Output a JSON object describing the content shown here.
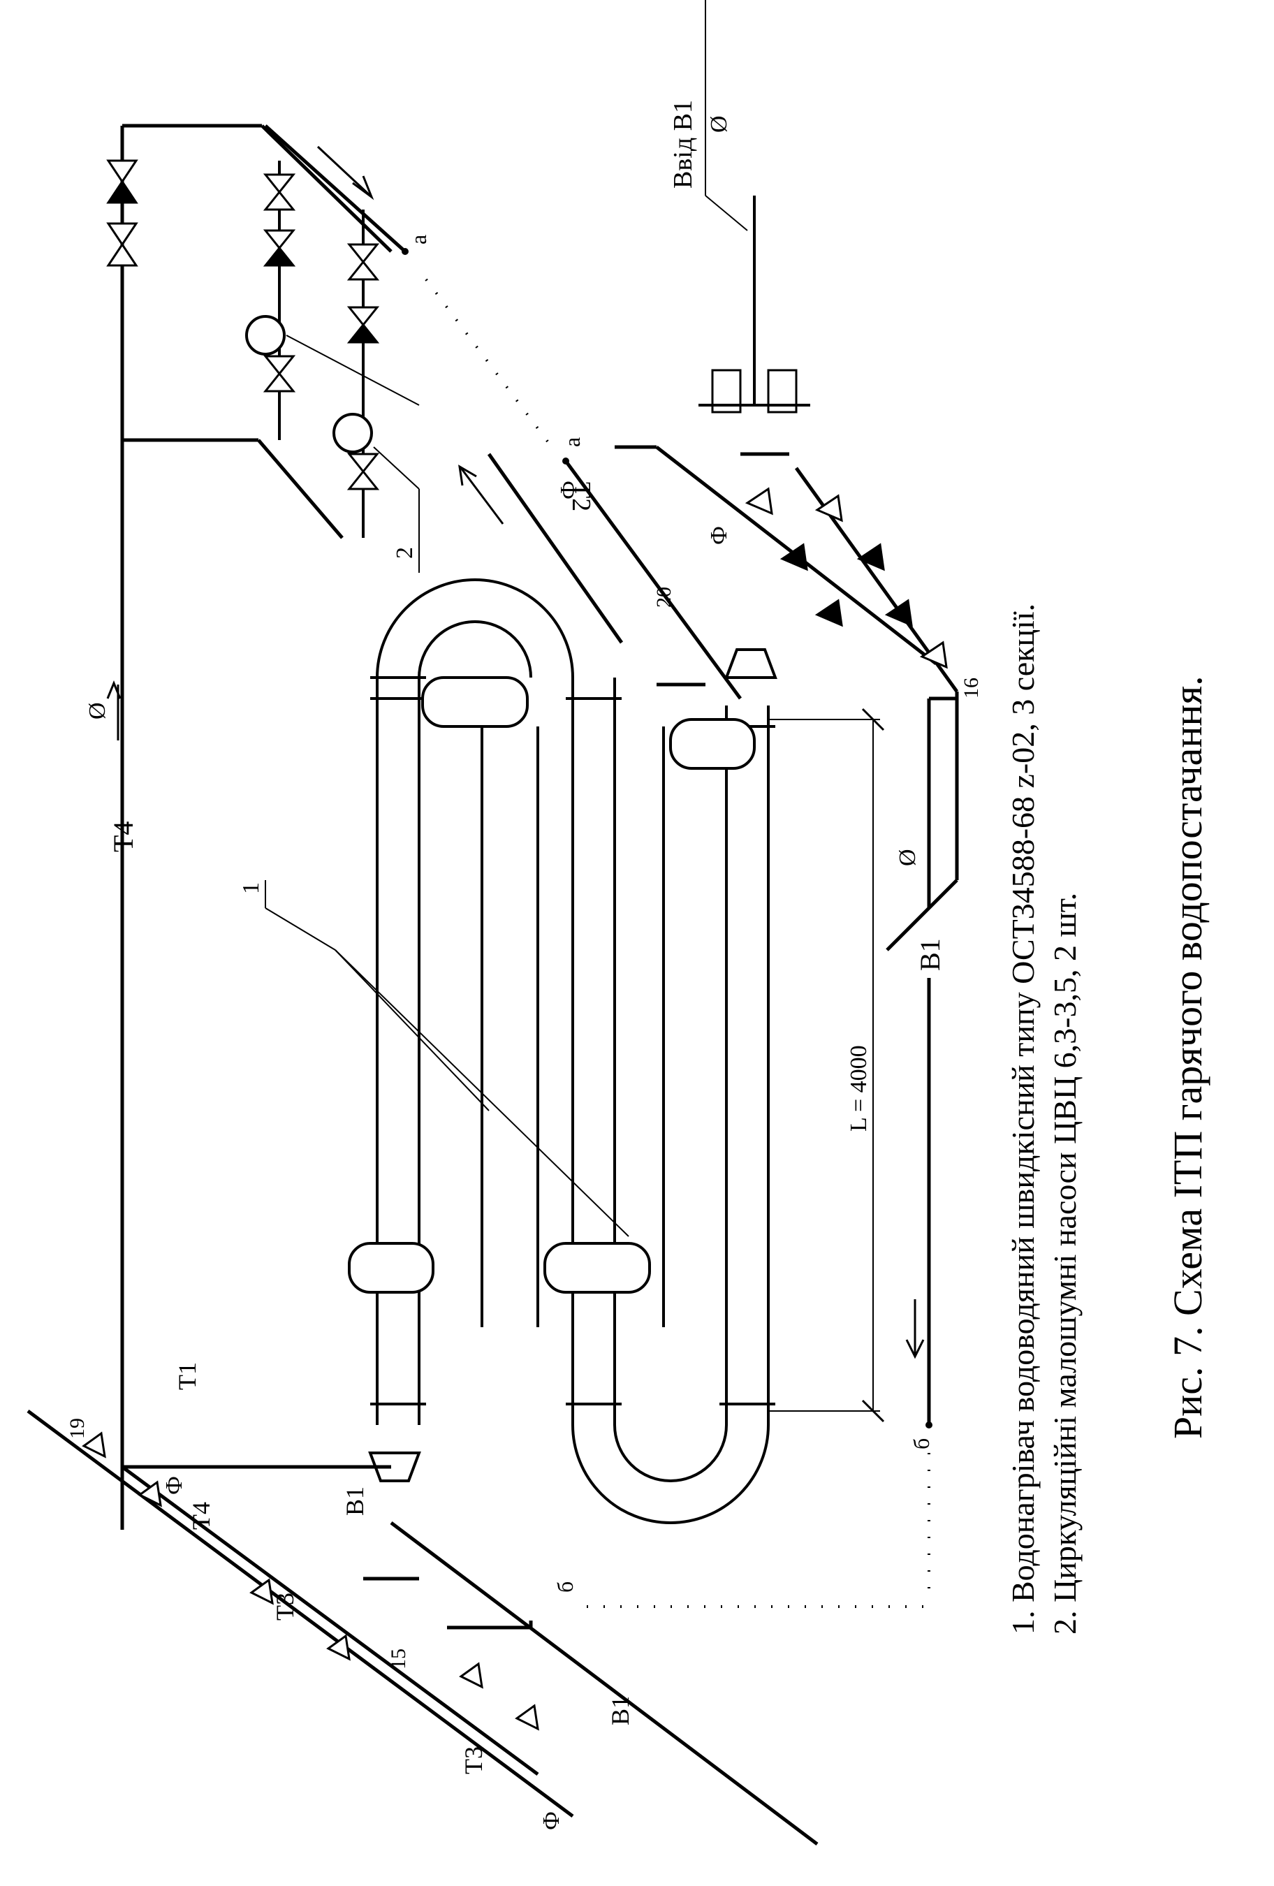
{
  "figure": {
    "caption": "Рис. 7. Схема ІТП гарячого водопостачання.",
    "notes": [
      "1. Водонагрівач водоводяний швидкісний типу ОСТ34588-68 z-02, 3 секції.",
      "2. Циркуляційні малошумні насоси ЦВЦ 6,3-3,5, 2 шт."
    ]
  },
  "labels": {
    "t4": "Т4",
    "t4_diam": "Ø",
    "b1": "В1",
    "b1_diam": "Ø",
    "length": "L = 4000",
    "pipe_t2": "Т2",
    "pipe_t2_diam": "Ф",
    "pipe_t1": "Т1",
    "pipe_t4_low": "Т4",
    "pipe_t4_low_diam": "Ф",
    "pipe_t3_a": "Т3",
    "pipe_t3_b": "Т3",
    "pipe_t3_diam": "Ф",
    "pipe_b1_a": "В1",
    "pipe_b1_b": "В1",
    "inlet": "Ввід В1",
    "inlet_diam": "Ø",
    "diag_diam": "Ф",
    "num_19": "19",
    "num_15": "15",
    "num_20": "20",
    "num_16": "16",
    "pt_a1": "а",
    "pt_a2": "а",
    "pt_b1": "б",
    "pt_b2": "б",
    "ref_1": "1",
    "ref_2": "2"
  }
}
